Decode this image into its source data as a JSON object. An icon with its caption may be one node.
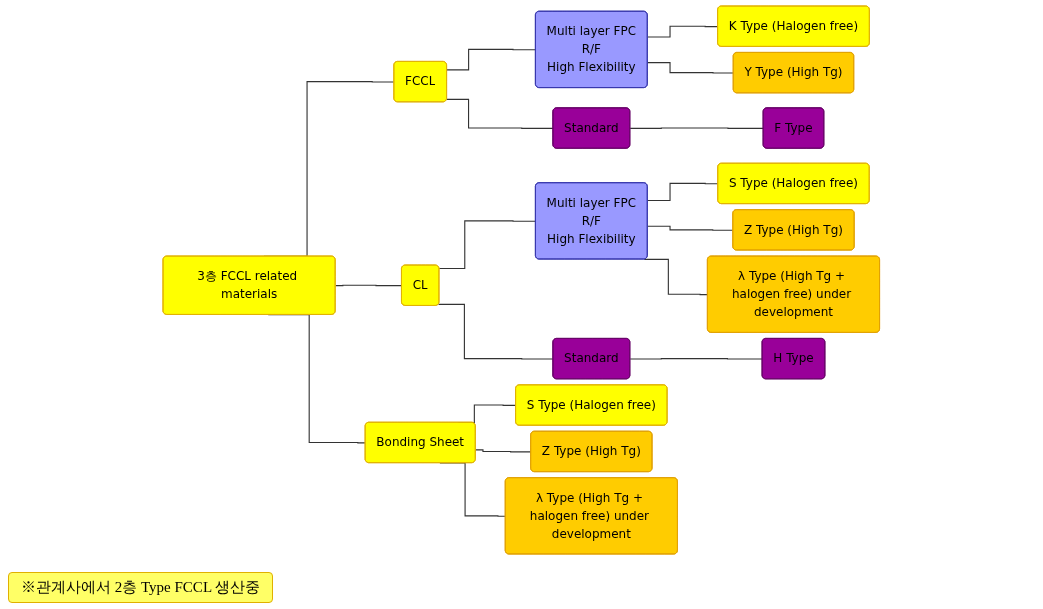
{
  "diagram": {
    "nodes": [
      {
        "text": [
          "3층 FCCL related materials"
        ]
      },
      {
        "text": [
          "FCCL"
        ]
      },
      {
        "text": [
          "CL"
        ]
      },
      {
        "text": [
          "Bonding Sheet"
        ]
      },
      {
        "text": [
          "Multi layer FPC",
          "R/F",
          "High Flexibility"
        ]
      },
      {
        "text": [
          "Standard"
        ]
      },
      {
        "text": [
          "K Type (Halogen free)"
        ]
      },
      {
        "text": [
          "Y Type (High Tg)"
        ]
      },
      {
        "text": [
          "F Type"
        ]
      },
      {
        "text": [
          "Multi layer FPC",
          "R/F",
          "High Flexibility"
        ]
      },
      {
        "text": [
          "Standard"
        ]
      },
      {
        "text": [
          "S Type (Halogen free)"
        ]
      },
      {
        "text": [
          "Z Type (High Tg)"
        ]
      },
      {
        "text": [
          "λ Type (High Tg + halogen free) under development"
        ]
      },
      {
        "text": [
          "H Type"
        ]
      },
      {
        "text": [
          "S Type (Halogen free)"
        ]
      },
      {
        "text": [
          "Z Type (High Tg)"
        ]
      },
      {
        "text": [
          "λ Type (High Tg + halogen free) under development"
        ]
      }
    ],
    "edges": [
      {
        "from": 0,
        "to": 1,
        "arrow": "none"
      },
      {
        "from": 0,
        "to": 2,
        "arrow": "none"
      },
      {
        "from": 0,
        "to": 3,
        "arrow": "none"
      },
      {
        "from": 1,
        "to": 4,
        "arrow": "none"
      },
      {
        "from": 1,
        "to": 5,
        "arrow": "none"
      },
      {
        "from": 4,
        "to": 6,
        "arrow": "none"
      },
      {
        "from": 4,
        "to": 7,
        "arrow": "none"
      },
      {
        "from": 5,
        "to": 8,
        "arrow": "none"
      },
      {
        "from": 2,
        "to": 9,
        "arrow": "none"
      },
      {
        "from": 2,
        "to": 10,
        "arrow": "none"
      },
      {
        "from": 9,
        "to": 11,
        "arrow": "none"
      },
      {
        "from": 9,
        "to": 12,
        "arrow": "none"
      },
      {
        "from": 9,
        "to": 13,
        "arrow": "none"
      },
      {
        "from": 10,
        "to": 14,
        "arrow": "none"
      },
      {
        "from": 3,
        "to": 15,
        "arrow": "none"
      },
      {
        "from": 3,
        "to": 16,
        "arrow": "none"
      },
      {
        "from": 3,
        "to": 17,
        "arrow": "none"
      }
    ],
    "labels": [
      "※관계사에서 2층 Type FCCL 생산중"
    ]
  }
}
